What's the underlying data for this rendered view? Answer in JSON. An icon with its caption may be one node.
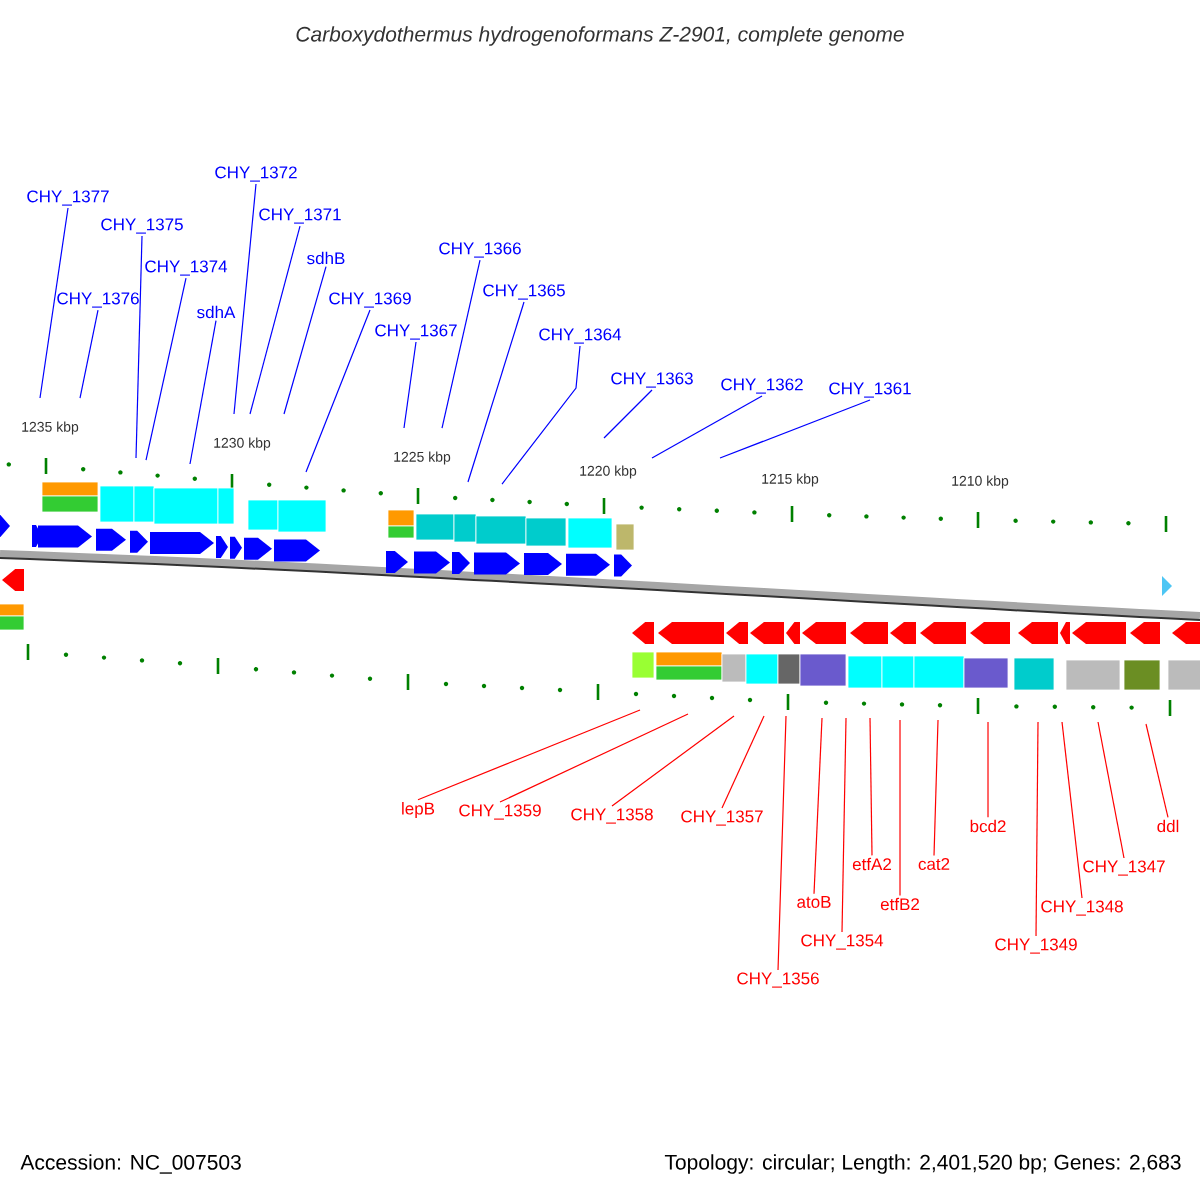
{
  "diagram": {
    "title": "Carboxydothermus hydrogenoformans Z-2901, complete genome",
    "nodes": [
      {
        "text": [
          "CHY_1377"
        ]
      },
      {
        "text": [
          "CHY_1376"
        ]
      },
      {
        "text": [
          "CHY_1375"
        ]
      },
      {
        "text": [
          "CHY_1374"
        ]
      },
      {
        "text": [
          "sdhA"
        ]
      },
      {
        "text": [
          "CHY_1372"
        ]
      },
      {
        "text": [
          "CHY_1371"
        ]
      },
      {
        "text": [
          "sdhB"
        ]
      },
      {
        "text": [
          "CHY_1369"
        ]
      },
      {
        "text": [
          "CHY_1367"
        ]
      },
      {
        "text": [
          "CHY_1366"
        ]
      },
      {
        "text": [
          "CHY_1365"
        ]
      },
      {
        "text": [
          "CHY_1364"
        ]
      },
      {
        "text": [
          "CHY_1363"
        ]
      },
      {
        "text": [
          "CHY_1362"
        ]
      },
      {
        "text": [
          "CHY_1361"
        ]
      },
      {
        "text": [
          "lepB"
        ]
      },
      {
        "text": [
          "CHY_1359"
        ]
      },
      {
        "text": [
          "CHY_1358"
        ]
      },
      {
        "text": [
          "CHY_1357"
        ]
      },
      {
        "text": [
          "CHY_1356"
        ]
      },
      {
        "text": [
          "atoB"
        ]
      },
      {
        "text": [
          "CHY_1354"
        ]
      },
      {
        "text": [
          "etfA2"
        ]
      },
      {
        "text": [
          "etfB2"
        ]
      },
      {
        "text": [
          "cat2"
        ]
      },
      {
        "text": [
          "bcd2"
        ]
      },
      {
        "text": [
          "CHY_1349"
        ]
      },
      {
        "text": [
          "CHY_1348"
        ]
      },
      {
        "text": [
          "CHY_1347"
        ]
      },
      {
        "text": [
          "ddl"
        ]
      }
    ],
    "edges": [
      {
        "from": 0,
        "to": null,
        "arrow": "none"
      },
      {
        "from": 1,
        "to": null,
        "arrow": "none"
      },
      {
        "from": 2,
        "to": null,
        "arrow": "none"
      },
      {
        "from": 3,
        "to": null,
        "arrow": "none"
      },
      {
        "from": 4,
        "to": null,
        "arrow": "none"
      },
      {
        "from": 5,
        "to": null,
        "arrow": "none"
      },
      {
        "from": 6,
        "to": null,
        "arrow": "none"
      },
      {
        "from": 7,
        "to": null,
        "arrow": "none"
      },
      {
        "from": 8,
        "to": null,
        "arrow": "none"
      },
      {
        "from": 9,
        "to": null,
        "arrow": "none"
      },
      {
        "from": 10,
        "to": null,
        "arrow": "none"
      },
      {
        "from": 11,
        "to": null,
        "arrow": "none"
      },
      {
        "from": 12,
        "to": null,
        "arrow": "none"
      },
      {
        "from": 13,
        "to": null,
        "arrow": "none"
      },
      {
        "from": 14,
        "to": null,
        "arrow": "none"
      },
      {
        "from": 15,
        "to": null,
        "arrow": "none"
      },
      {
        "from": 16,
        "to": null,
        "arrow": "none",
        "color": "#ff0000"
      },
      {
        "from": 17,
        "to": null,
        "arrow": "none",
        "color": "#ff0000"
      },
      {
        "from": 18,
        "to": null,
        "arrow": "none",
        "color": "#ff0000"
      },
      {
        "from": 19,
        "to": null,
        "arrow": "none",
        "color": "#ff0000"
      },
      {
        "from": 20,
        "to": null,
        "arrow": "none",
        "color": "#ff0000"
      },
      {
        "from": 21,
        "to": null,
        "arrow": "none",
        "color": "#ff0000"
      },
      {
        "from": 22,
        "to": null,
        "arrow": "none",
        "color": "#ff0000"
      },
      {
        "from": 23,
        "to": null,
        "arrow": "none",
        "color": "#ff0000"
      },
      {
        "from": 24,
        "to": null,
        "arrow": "none",
        "color": "#ff0000"
      },
      {
        "from": 25,
        "to": null,
        "arrow": "none",
        "color": "#ff0000"
      },
      {
        "from": 26,
        "to": null,
        "arrow": "none",
        "color": "#ff0000"
      },
      {
        "from": 27,
        "to": null,
        "arrow": "none",
        "color": "#ff0000"
      },
      {
        "from": 28,
        "to": null,
        "arrow": "none",
        "color": "#ff0000"
      },
      {
        "from": 29,
        "to": null,
        "arrow": "none",
        "color": "#ff0000"
      },
      {
        "from": 30,
        "to": null,
        "arrow": "none",
        "color": "#ff0000"
      }
    ],
    "labels": [
      "1235 kbp",
      "1230 kbp",
      "1225 kbp",
      "1220 kbp",
      "1215 kbp",
      "1210 kbp",
      "Accession: NC_007503",
      "Topology: circular; Length: 2,401,520 bp; Genes: 2,683"
    ]
  }
}
